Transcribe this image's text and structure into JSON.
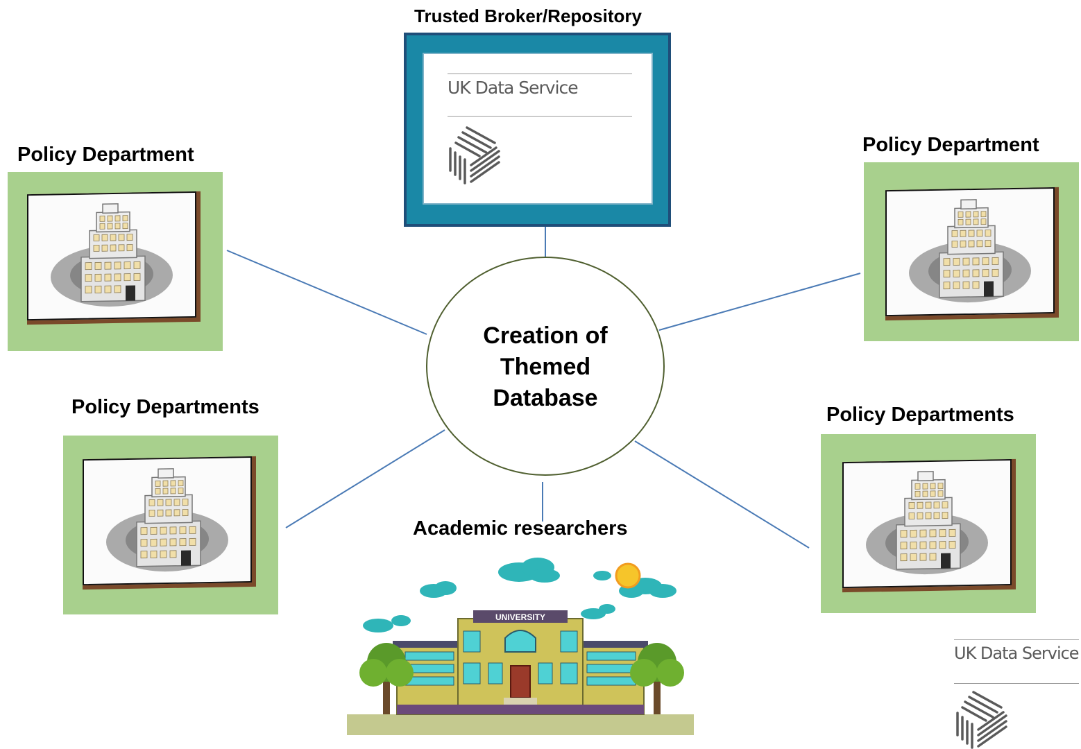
{
  "broker": {
    "label": "Trusted Broker/Repository",
    "brand": "UK Data Service"
  },
  "center": {
    "lines": [
      "Creation of",
      "Themed",
      "Database"
    ]
  },
  "nodes": {
    "top_left": "Policy Department",
    "top_right": "Policy Department",
    "bottom_left": "Policy Departments",
    "bottom_right": "Policy Departments",
    "academic": "Academic researchers"
  },
  "university_sign": "UNIVERSITY",
  "watermark_brand": "UK Data Service",
  "colors": {
    "connector": "#4a7ab5",
    "circle_border": "#4f5f2f",
    "panel_green": "#a8d08d",
    "broker_frame": "#1a88a6",
    "broker_outline": "#1f4e79"
  }
}
